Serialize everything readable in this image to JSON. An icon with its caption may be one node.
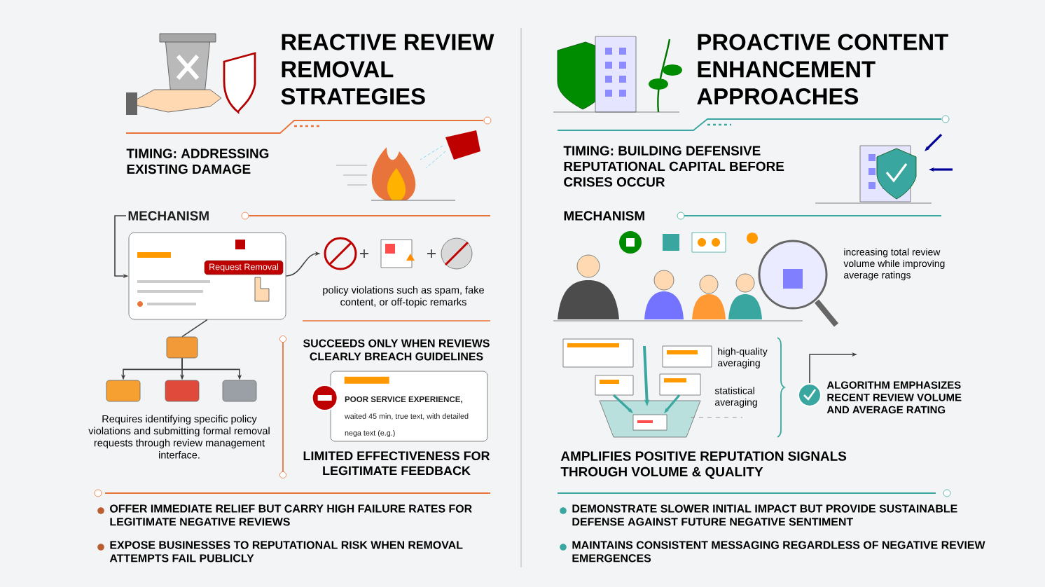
{
  "diagram": {
    "nodes": [
      {
        "text": [
          "MECHANISM"
        ]
      },
      {
        "text": [],
        "shape": "box"
      },
      {
        "text": [
          "Request Removal"
        ],
        "in": 1
      },
      {
        "text": [],
        "shape": "picture",
        "beside": [
          "policy violations such as spam, fake content, or off-topic remarks"
        ]
      },
      {
        "text": [],
        "shape": "box"
      },
      {
        "text": [],
        "shape": "box"
      },
      {
        "text": [],
        "shape": "box"
      },
      {
        "text": [],
        "shape": "box"
      },
      {
        "text": [
          "POOR SERVICE EXPERIENCE,",
          "waited 45 min, true text, with detailed nega text (e.g.)"
        ]
      },
      {
        "text": [],
        "shape": "circle",
        "beside": [
          "ALGORITHM EMPHASIZES RECENT REVIEW VOLUME AND AVERAGE RATING"
        ]
      }
    ],
    "edges": [
      {
        "from": 0,
        "to": 1,
        "arrow": "to"
      },
      {
        "from": 1,
        "to": 3,
        "arrow": "to"
      },
      {
        "from": 1,
        "to": 4,
        "arrow": "none"
      },
      {
        "from": 4,
        "to": 5,
        "arrow": "to"
      },
      {
        "from": 4,
        "to": 6,
        "arrow": "to"
      },
      {
        "from": 4,
        "to": 7,
        "arrow": "to"
      },
      {
        "from": 9,
        "to": null,
        "arrow": "to"
      }
    ],
    "labels": [
      "REACTIVE REVIEW REMOVAL STRATEGIES",
      "PROACTIVE CONTENT ENHANCEMENT APPROACHES",
      "TIMING: ADDRESSING EXISTING DAMAGE",
      "TIMING: BUILDING DEFENSIVE REPUTATIONAL CAPITAL BEFORE CRISES OCCUR",
      "MECHANISM",
      "increasing total review volume while improving average ratings",
      "SUCCEEDS ONLY WHEN REVIEWS CLEARLY BREACH GUIDELINES",
      "Requires identifying specific policy violations and submitting formal removal requests through review management interface.",
      "LIMITED EFFECTIVENESS FOR LEGITIMATE FEEDBACK",
      "high-quality averaging",
      "statistical averaging",
      "AMPLIFIES POSITIVE REPUTATION SIGNALS THROUGH VOLUME & QUALITY",
      "OFFER IMMEDIATE RELIEF BUT CARRY HIGH FAILURE RATES FOR LEGITIMATE NEGATIVE REVIEWS",
      "EXPOSE BUSINESSES TO REPUTATIONAL RISK WHEN REMOVAL ATTEMPTS FAIL PUBLICLY",
      "DEMONSTRATE SLOWER INITIAL IMPACT BUT PROVIDE SUSTAINABLE DEFENSE AGAINST FUTURE NEGATIVE SENTIMENT",
      "MAINTAINS CONSISTENT MESSAGING REGARDLESS OF NEGATIVE REVIEW EMERGENCES"
    ]
  }
}
